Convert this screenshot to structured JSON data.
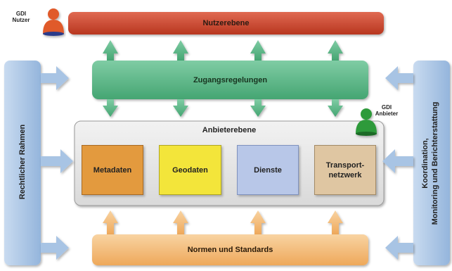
{
  "nutzer_label": "GDI\nNutzer",
  "anbieter_label": "GDI\nAnbieter",
  "nutzerebene": "Nutzerebene",
  "zugangsregelungen": "Zugangsregelungen",
  "anbieterebene": "Anbieterebene",
  "boxes": {
    "metadaten": "Metadaten",
    "geodaten": "Geodaten",
    "dienste": "Dienste",
    "transportnetzwerk": "Transport-\nnetzwerk"
  },
  "normen": "Normen und Standards",
  "rechtlicher_rahmen": "Rechtlicher Rahmen",
  "koordination_line1": "Koordination,",
  "koordination_line2": "Monitoring und Berichterstattung",
  "colors": {
    "nutzerebene": "#c8432e",
    "zugang": "#5cb587",
    "anbieterebene": "#e6e6e6",
    "metadaten": "#e39a3e",
    "geodaten": "#f3e53a",
    "dienste": "#b8c7e8",
    "transportnetzwerk": "#dfc6a2",
    "normen": "#f2bd7c",
    "side": "#a8c4e4",
    "user_icon": "#e05a2c",
    "provider_icon": "#2e9a3a"
  }
}
